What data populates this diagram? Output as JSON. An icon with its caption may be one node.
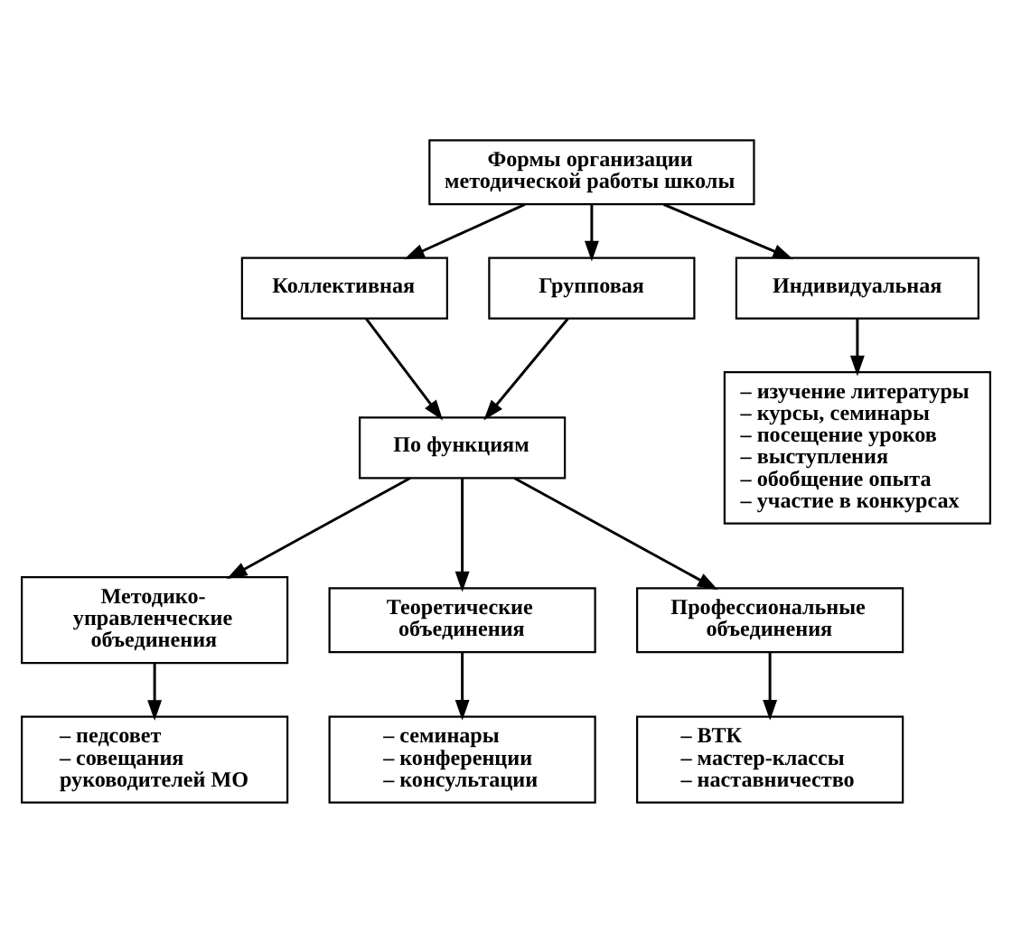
{
  "diagram": {
    "nodes": [
      {
        "text": [
          "Формы организации методической работы школы"
        ]
      },
      {
        "text": [
          "Коллективная"
        ]
      },
      {
        "text": [
          "Групповая"
        ]
      },
      {
        "text": [
          "Индивидуальная"
        ]
      },
      {
        "text": [
          "– изучение литературы",
          "– курсы, семинары",
          "– посещение уроков",
          "– выступления",
          "– обобщение опыта",
          "– участие в конкурсах"
        ]
      },
      {
        "text": [
          "По функциям"
        ]
      },
      {
        "text": [
          "Методико-управленческие объединения"
        ]
      },
      {
        "text": [
          "Теоретические объединения"
        ]
      },
      {
        "text": [
          "Профессиональные объединения"
        ]
      },
      {
        "text": [
          "– педсовет",
          "– совещания руководителей МО"
        ]
      },
      {
        "text": [
          "– семинары",
          "– конференции",
          "– консультации"
        ]
      },
      {
        "text": [
          "– ВТК",
          "– мастер-классы",
          "– наставничество"
        ]
      }
    ],
    "edges": [
      {
        "from": 0,
        "to": 1,
        "arrow": "to"
      },
      {
        "from": 0,
        "to": 2,
        "arrow": "to"
      },
      {
        "from": 0,
        "to": 3,
        "arrow": "to"
      },
      {
        "from": 3,
        "to": 4,
        "arrow": "to"
      },
      {
        "from": 1,
        "to": 5,
        "arrow": "to"
      },
      {
        "from": 2,
        "to": 5,
        "arrow": "to"
      },
      {
        "from": 5,
        "to": 6,
        "arrow": "to"
      },
      {
        "from": 5,
        "to": 7,
        "arrow": "to"
      },
      {
        "from": 5,
        "to": 8,
        "arrow": "to"
      },
      {
        "from": 6,
        "to": 9,
        "arrow": "to"
      },
      {
        "from": 7,
        "to": 10,
        "arrow": "to"
      },
      {
        "from": 8,
        "to": 11,
        "arrow": "to"
      }
    ]
  }
}
